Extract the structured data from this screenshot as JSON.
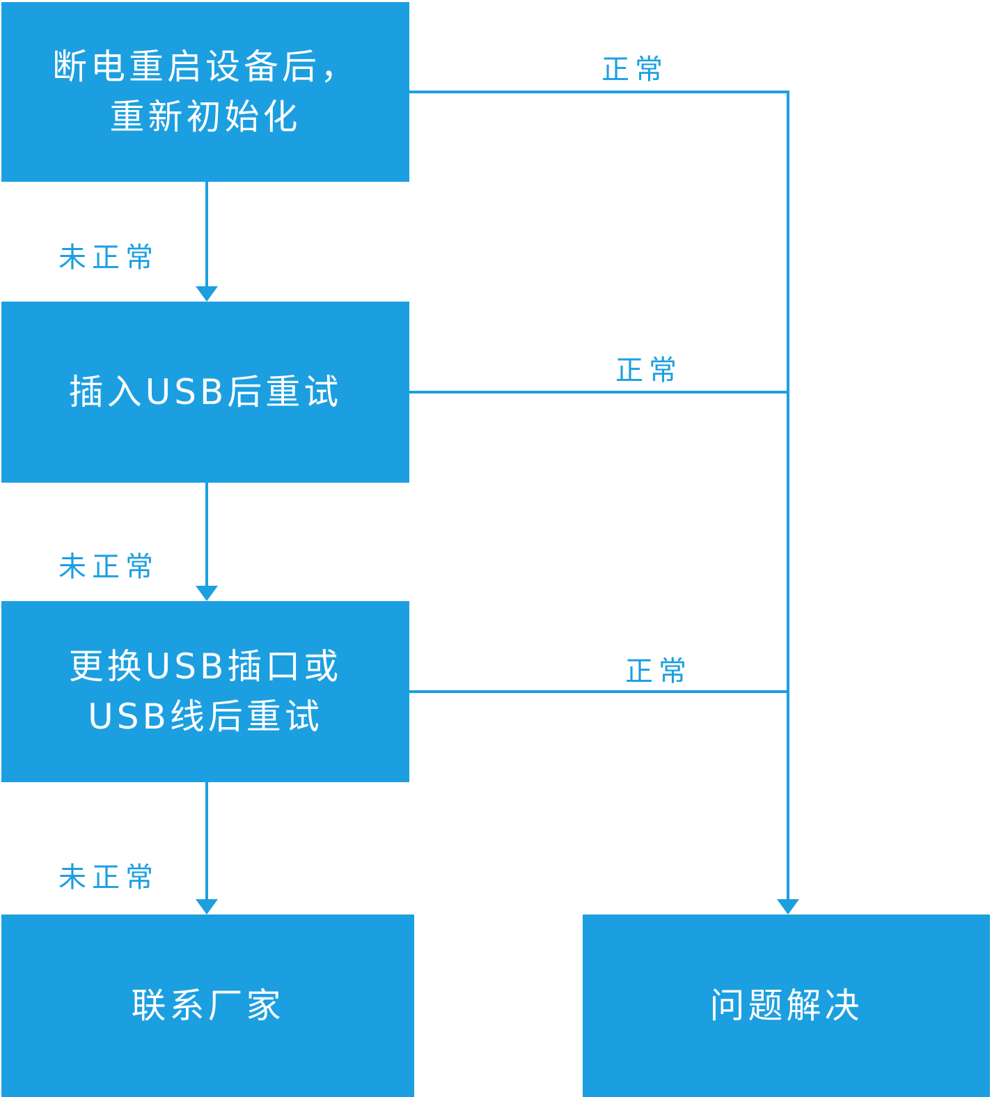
{
  "diagram": {
    "title": "USB device troubleshooting flowchart",
    "accent_color": "#1c9fe0",
    "node_text_color": "#ffffff",
    "nodes": {
      "restart": {
        "label": "断电重启设备后，\n重新初始化"
      },
      "usb_retry": {
        "label": "插入USB后重试"
      },
      "usb_change": {
        "label": "更换USB插口或\nUSB线后重试"
      },
      "contact": {
        "label": "联系厂家"
      },
      "solved": {
        "label": "问题解决"
      }
    },
    "edge_labels": {
      "normal_1": "正常",
      "normal_2": "正常",
      "normal_3": "正常",
      "not_normal_1": "未正常",
      "not_normal_2": "未正常",
      "not_normal_3": "未正常"
    }
  }
}
